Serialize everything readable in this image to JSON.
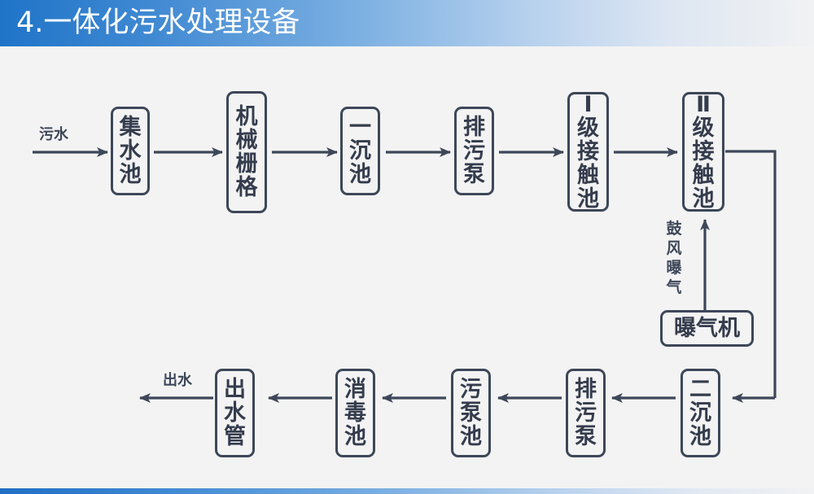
{
  "header": {
    "title": "4.一体化污水处理设备",
    "accent_left": "#1f74c8",
    "accent_right": "#f1f2f3"
  },
  "diagram": {
    "line_color": "#3d4759",
    "background": "#f3f3f3",
    "inlet_label": "污水",
    "outlet_label": "出水",
    "aeration_label": "鼓\n风\n曝\n气",
    "nodes": [
      {
        "id": "collection-tank",
        "label": "集\n水\n池"
      },
      {
        "id": "mechanical-grate",
        "label": "机\n械\n栅\n格"
      },
      {
        "id": "primary-settler",
        "label": "一\n沉\n池"
      },
      {
        "id": "sewage-pump-1",
        "label": "排\n污\n泵"
      },
      {
        "id": "contact-tank-1",
        "label": "Ⅰ\n级\n接\n触\n池"
      },
      {
        "id": "contact-tank-2",
        "label": "Ⅱ\n级\n接\n触\n池"
      },
      {
        "id": "aerator",
        "label": "曝气机"
      },
      {
        "id": "secondary-settler",
        "label": "二\n沉\n池"
      },
      {
        "id": "sewage-pump-2",
        "label": "排\n污\n泵"
      },
      {
        "id": "sludge-pump-tank",
        "label": "污\n泵\n池"
      },
      {
        "id": "disinfection-tank",
        "label": "消\n毒\n池"
      },
      {
        "id": "outlet-pipe",
        "label": "出\n水\n管"
      }
    ]
  }
}
